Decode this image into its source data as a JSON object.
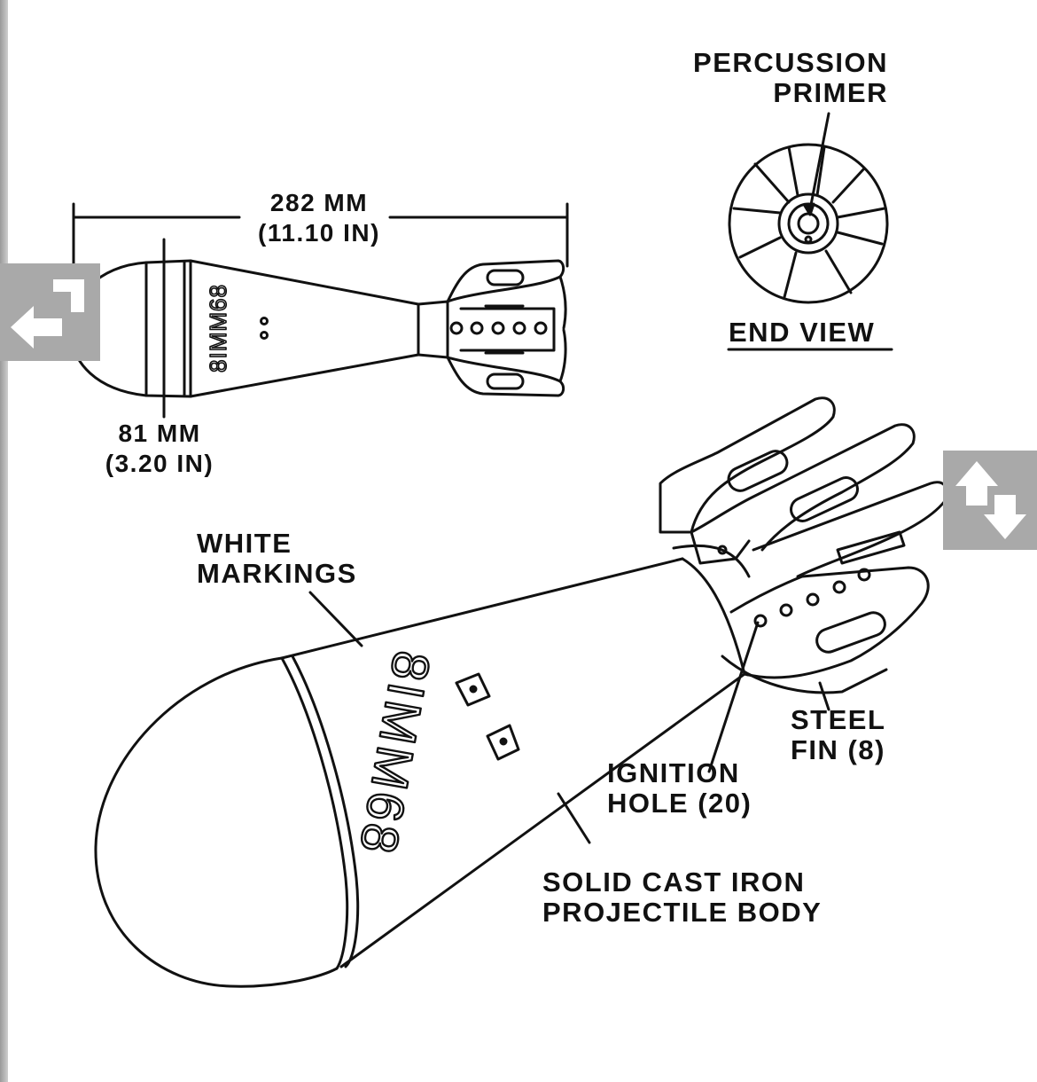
{
  "labels": {
    "percussion_primer": [
      "PERCUSSION",
      "PRIMER"
    ],
    "end_view": "END VIEW",
    "length_mm": "282 MM",
    "length_in": "(11.10 IN)",
    "diameter_mm": "81 MM",
    "diameter_in": "(3.20 IN)",
    "white_markings": [
      "WHITE",
      "MARKINGS"
    ],
    "steel_fin": [
      "STEEL",
      "FIN (8)"
    ],
    "ignition_hole": [
      "IGNITION",
      "HOLE (20)"
    ],
    "body": [
      "SOLID CAST IRON",
      "PROJECTILE BODY"
    ]
  },
  "markings": {
    "side_view": "8IMM68",
    "iso_view": "8IMM68"
  },
  "nav": {
    "prev_icon": "arrow-left-icon",
    "sort_icon": "arrow-up-down-icon"
  }
}
